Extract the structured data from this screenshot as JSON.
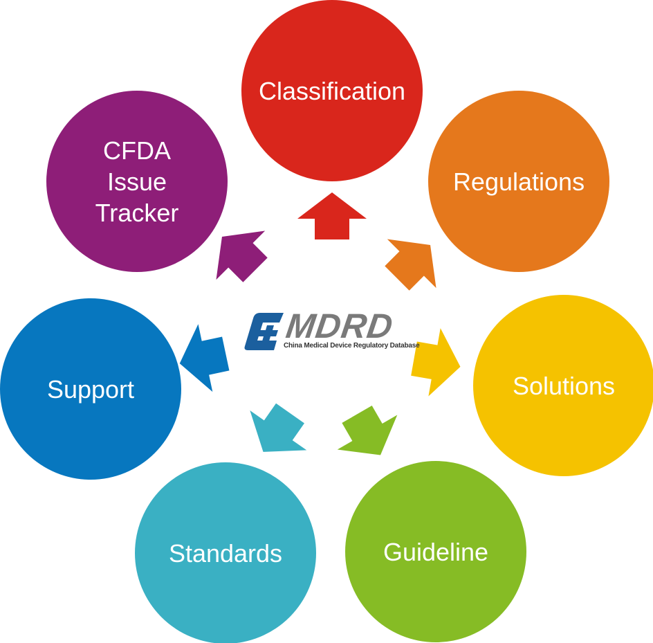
{
  "logo": {
    "title": "MDRD",
    "subtitle": "China Medical Device Regulatory Database"
  },
  "nodes": [
    {
      "label": "Classification",
      "color": "#d9261c"
    },
    {
      "label": "Regulations",
      "color": "#e5781c"
    },
    {
      "label": "Solutions",
      "color": "#f5c200"
    },
    {
      "label": "Guideline",
      "color": "#86bc25"
    },
    {
      "label": "Standards",
      "color": "#3ab0c3"
    },
    {
      "label": "Support",
      "color": "#0777bf"
    },
    {
      "label": "CFDA\nIssue\nTracker",
      "color": "#8e1e78"
    }
  ]
}
